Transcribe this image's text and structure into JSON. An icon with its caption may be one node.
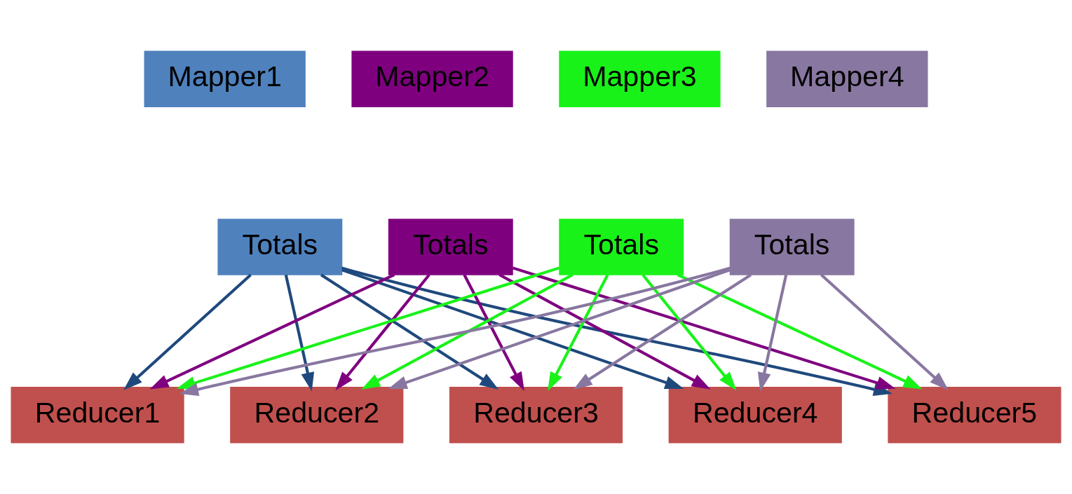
{
  "diagram": {
    "nodes": [
      {
        "text": [
          "Mapper1"
        ]
      },
      {
        "text": [
          "Mapper2"
        ]
      },
      {
        "text": [
          "Mapper3"
        ]
      },
      {
        "text": [
          "Mapper4"
        ]
      },
      {
        "text": [
          "Totals"
        ]
      },
      {
        "text": [
          "Totals"
        ]
      },
      {
        "text": [
          "Totals"
        ]
      },
      {
        "text": [
          "Totals"
        ]
      },
      {
        "text": [
          "Reducer1"
        ]
      },
      {
        "text": [
          "Reducer2"
        ]
      },
      {
        "text": [
          "Reducer3"
        ]
      },
      {
        "text": [
          "Reducer4"
        ]
      },
      {
        "text": [
          "Reducer5"
        ]
      }
    ],
    "edges": [
      {
        "from": 4,
        "to": 8,
        "arrow": "to",
        "color": "#1f497d"
      },
      {
        "from": 4,
        "to": 9,
        "arrow": "to",
        "color": "#1f497d"
      },
      {
        "from": 4,
        "to": 10,
        "arrow": "to",
        "color": "#1f497d"
      },
      {
        "from": 4,
        "to": 11,
        "arrow": "to",
        "color": "#1f497d"
      },
      {
        "from": 4,
        "to": 12,
        "arrow": "to",
        "color": "#1f497d"
      },
      {
        "from": 5,
        "to": 8,
        "arrow": "to",
        "color": "#7f007f"
      },
      {
        "from": 5,
        "to": 9,
        "arrow": "to",
        "color": "#7f007f"
      },
      {
        "from": 5,
        "to": 10,
        "arrow": "to",
        "color": "#7f007f"
      },
      {
        "from": 5,
        "to": 11,
        "arrow": "to",
        "color": "#7f007f"
      },
      {
        "from": 5,
        "to": 12,
        "arrow": "to",
        "color": "#7f007f"
      },
      {
        "from": 6,
        "to": 8,
        "arrow": "to",
        "color": "#19f219"
      },
      {
        "from": 6,
        "to": 9,
        "arrow": "to",
        "color": "#19f219"
      },
      {
        "from": 6,
        "to": 10,
        "arrow": "to",
        "color": "#19f219"
      },
      {
        "from": 6,
        "to": 11,
        "arrow": "to",
        "color": "#19f219"
      },
      {
        "from": 6,
        "to": 12,
        "arrow": "to",
        "color": "#19f219"
      },
      {
        "from": 7,
        "to": 8,
        "arrow": "to",
        "color": "#8877a0"
      },
      {
        "from": 7,
        "to": 9,
        "arrow": "to",
        "color": "#8877a0"
      },
      {
        "from": 7,
        "to": 10,
        "arrow": "to",
        "color": "#8877a0"
      },
      {
        "from": 7,
        "to": 11,
        "arrow": "to",
        "color": "#8877a0"
      },
      {
        "from": 7,
        "to": 12,
        "arrow": "to",
        "color": "#8877a0"
      }
    ]
  }
}
